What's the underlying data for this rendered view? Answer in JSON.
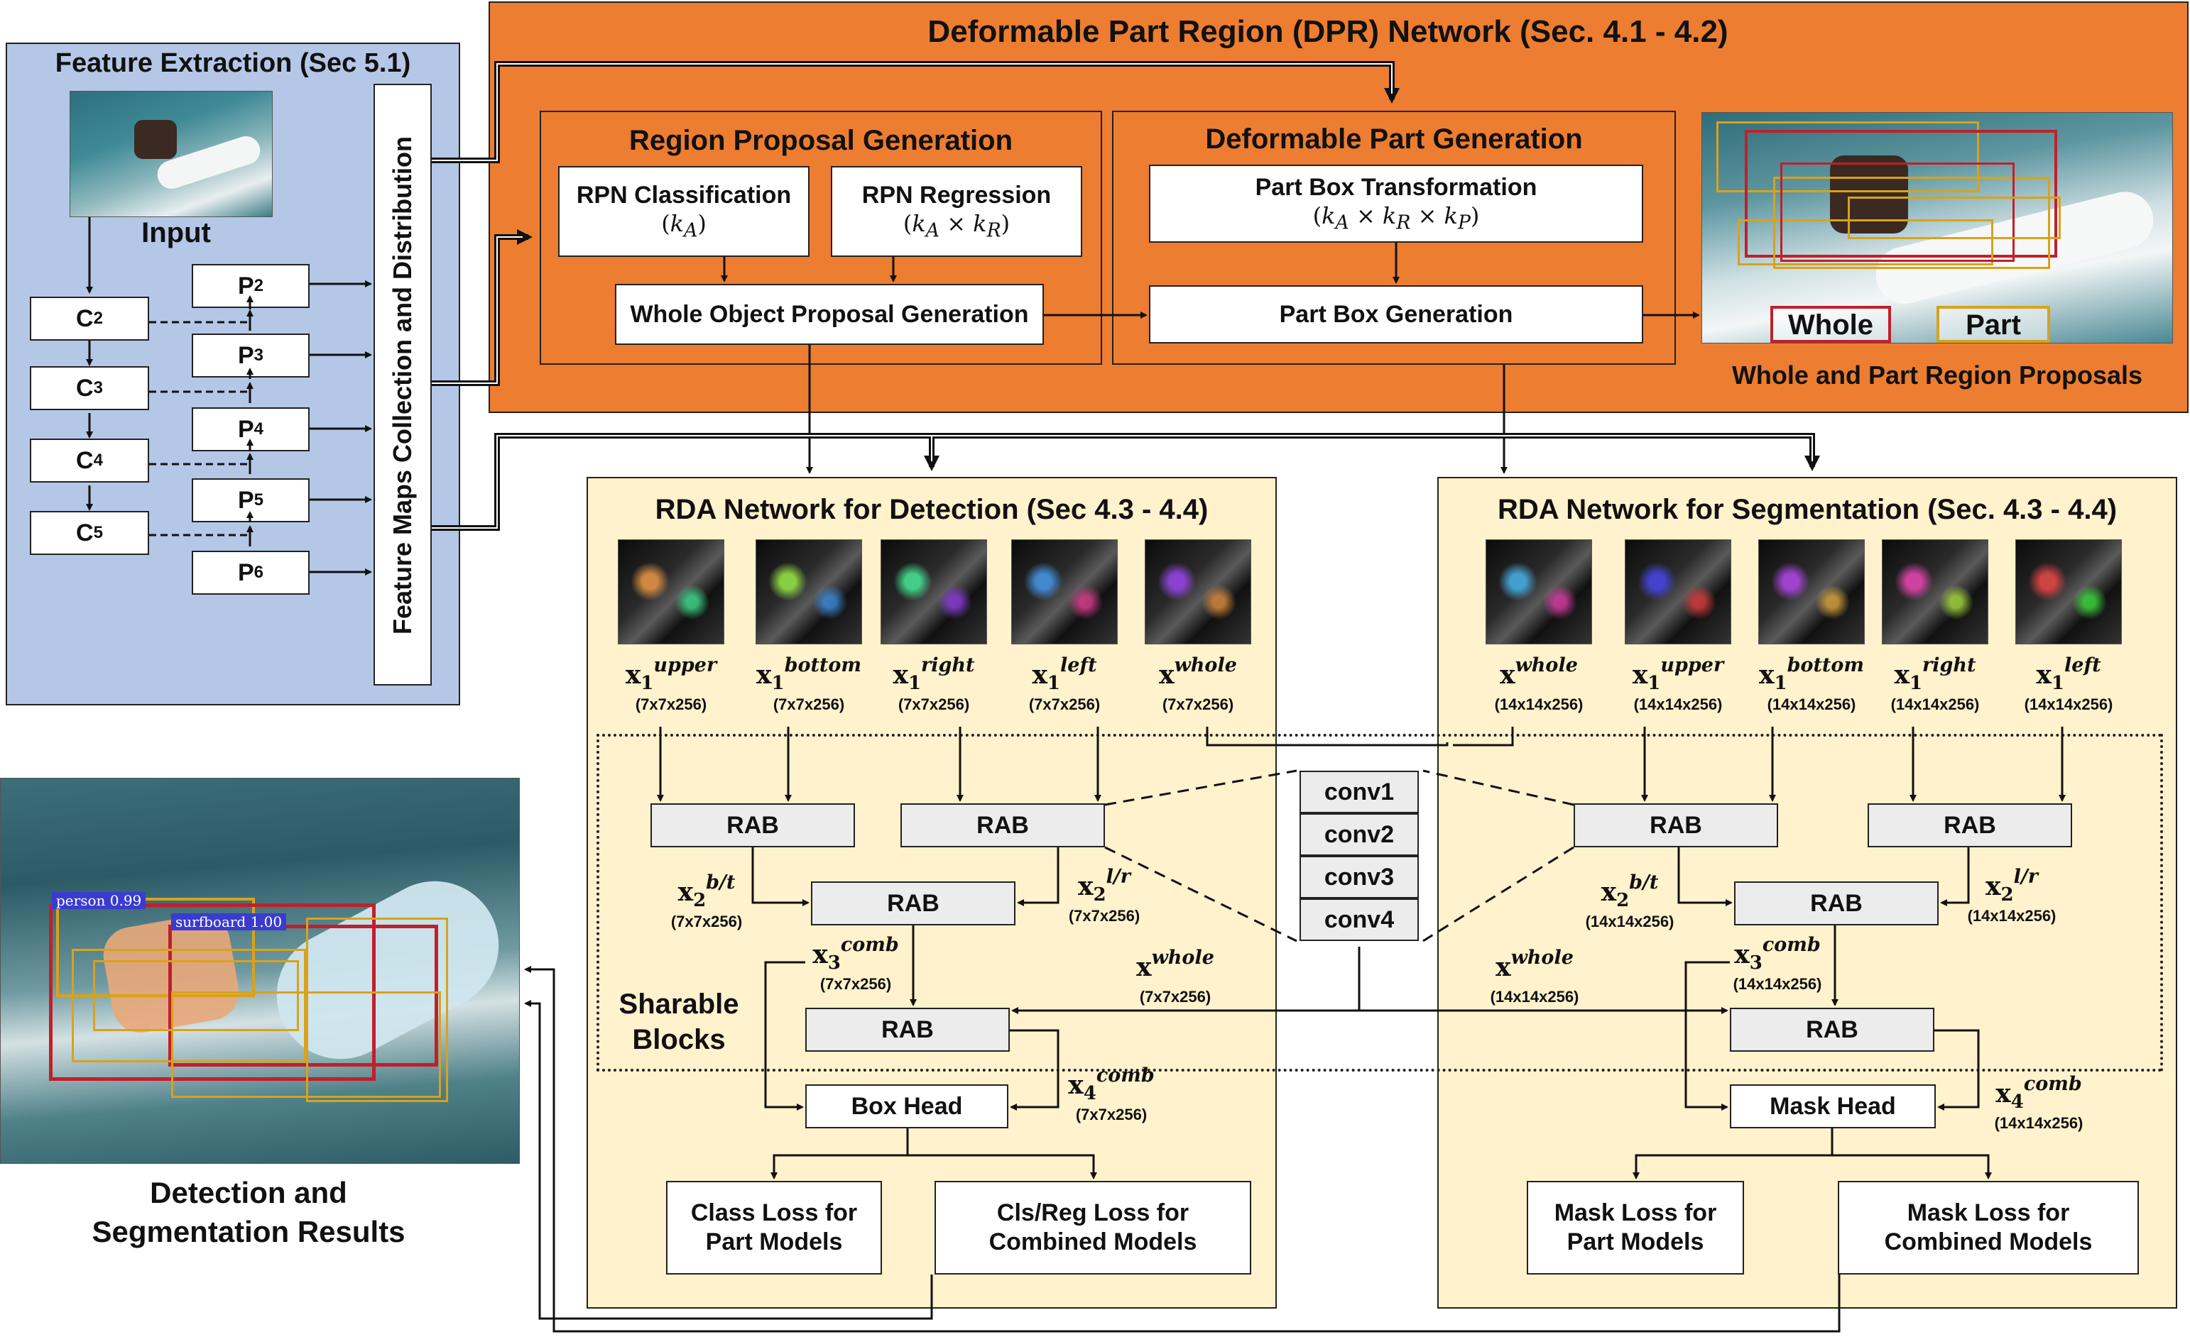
{
  "feature_extraction": {
    "title": "Feature Extraction (Sec 5.1)",
    "input_label": "Input",
    "c_nodes": [
      {
        "base": "C",
        "sub": "2"
      },
      {
        "base": "C",
        "sub": "3"
      },
      {
        "base": "C",
        "sub": "4"
      },
      {
        "base": "C",
        "sub": "5"
      }
    ],
    "p_nodes": [
      {
        "base": "P",
        "sub": "2"
      },
      {
        "base": "P",
        "sub": "3"
      },
      {
        "base": "P",
        "sub": "4"
      },
      {
        "base": "P",
        "sub": "5"
      },
      {
        "base": "P",
        "sub": "6"
      }
    ],
    "distribution_label": "Feature Maps Collection and Distribution"
  },
  "dpr": {
    "title": "Deformable Part Region (DPR) Network (Sec. 4.1 - 4.2)",
    "region_proposal": {
      "title": "Region Proposal Generation",
      "rpn_cls": {
        "label": "RPN Classification",
        "math": "(kA)"
      },
      "rpn_reg": {
        "label": "RPN Regression",
        "math": "(kA × kR)"
      },
      "whole_proposal": "Whole Object Proposal Generation"
    },
    "deformable_part": {
      "title": "Deformable Part Generation",
      "transform": {
        "label": "Part Box Transformation",
        "math": "(kA × kR × kP)"
      },
      "part_box_gen": "Part Box Generation"
    },
    "proposals_caption": "Whole and Part Region Proposals",
    "legend_whole": "Whole",
    "legend_part": "Part",
    "colors": {
      "panel": "#ed7d31",
      "whole": "#c0202a",
      "part": "#d9a21b"
    }
  },
  "rda_det": {
    "title": "RDA Network for Detection (Sec 4.3 - 4.4)",
    "inputs": [
      {
        "base": "x",
        "sub": "1",
        "sup": "upper",
        "dim": "(7x7x256)"
      },
      {
        "base": "x",
        "sub": "1",
        "sup": "bottom",
        "dim": "(7x7x256)"
      },
      {
        "base": "x",
        "sub": "1",
        "sup": "right",
        "dim": "(7x7x256)"
      },
      {
        "base": "x",
        "sub": "1",
        "sup": "left",
        "dim": "(7x7x256)"
      },
      {
        "base": "x",
        "sub": "",
        "sup": "whole",
        "dim": "(7x7x256)"
      }
    ],
    "rab": "RAB",
    "x2bt": {
      "base": "x",
      "sub": "2",
      "sup": "b/t",
      "dim": "(7x7x256)"
    },
    "x2lr": {
      "base": "x",
      "sub": "2",
      "sup": "l/r",
      "dim": "(7x7x256)"
    },
    "x3comb": {
      "base": "x",
      "sub": "3",
      "sup": "comb",
      "dim": "(7x7x256)"
    },
    "xwhole": {
      "base": "x",
      "sub": "",
      "sup": "whole",
      "dim": "(7x7x256)"
    },
    "x4comb": {
      "base": "x",
      "sub": "4",
      "sup": "comb",
      "dim": "(7x7x256)"
    },
    "head": "Box Head",
    "loss_part": "Class Loss for Part Models",
    "loss_comb": "Cls/Reg Loss for Combined Models"
  },
  "rda_seg": {
    "title": "RDA Network for Segmentation (Sec. 4.3 - 4.4)",
    "inputs": [
      {
        "base": "x",
        "sub": "",
        "sup": "whole",
        "dim": "(14x14x256)"
      },
      {
        "base": "x",
        "sub": "1",
        "sup": "upper",
        "dim": "(14x14x256)"
      },
      {
        "base": "x",
        "sub": "1",
        "sup": "bottom",
        "dim": "(14x14x256)"
      },
      {
        "base": "x",
        "sub": "1",
        "sup": "right",
        "dim": "(14x14x256)"
      },
      {
        "base": "x",
        "sub": "1",
        "sup": "left",
        "dim": "(14x14x256)"
      }
    ],
    "rab": "RAB",
    "x2bt": {
      "base": "x",
      "sub": "2",
      "sup": "b/t",
      "dim": "(14x14x256)"
    },
    "x2lr": {
      "base": "x",
      "sub": "2",
      "sup": "l/r",
      "dim": "(14x14x256)"
    },
    "x3comb": {
      "base": "x",
      "sub": "3",
      "sup": "comb",
      "dim": "(14x14x256)"
    },
    "xwhole": {
      "base": "x",
      "sub": "",
      "sup": "whole",
      "dim": "(14x14x256)"
    },
    "x4comb": {
      "base": "x",
      "sub": "4",
      "sup": "comb",
      "dim": "(14x14x256)"
    },
    "head": "Mask Head",
    "loss_part": "Mask Loss for Part Models",
    "loss_comb": "Mask  Loss for Combined Models"
  },
  "shared": {
    "convs": [
      "conv1",
      "conv2",
      "conv3",
      "conv4"
    ],
    "sharable_label": "Sharable Blocks"
  },
  "results": {
    "caption": "Detection and Segmentation Results",
    "person_tag": "person 0.99",
    "surfboard_tag": "surfboard 1.00"
  }
}
